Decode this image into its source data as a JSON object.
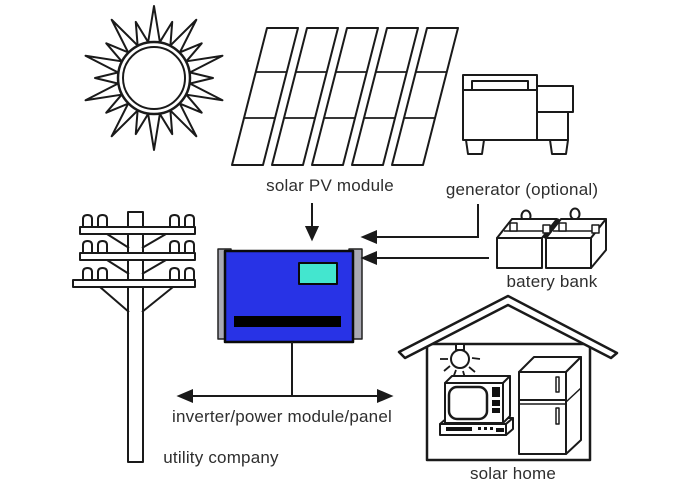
{
  "labels": {
    "solar_pv": "solar PV module",
    "generator": "generator (optional)",
    "battery": "batery bank",
    "inverter": "inverter/power module/panel",
    "utility": "utility company",
    "home": "solar home"
  },
  "colors": {
    "line": "#1a1a1a",
    "text": "#2e2e2e",
    "inverter_body": "#2833e6",
    "inverter_display": "#43e6cf",
    "inverter_side": "#a9a9b3",
    "inverter_vent": "#000000"
  },
  "connections": [
    {
      "from": "solar PV module",
      "to": "inverter/power module/panel",
      "type": "one-way"
    },
    {
      "from": "generator (optional)",
      "to": "inverter/power module/panel",
      "type": "one-way"
    },
    {
      "from": "batery bank",
      "to": "inverter/power module/panel",
      "type": "one-way"
    },
    {
      "from": "inverter/power module/panel",
      "to": "utility company / solar home",
      "type": "two-way"
    }
  ]
}
